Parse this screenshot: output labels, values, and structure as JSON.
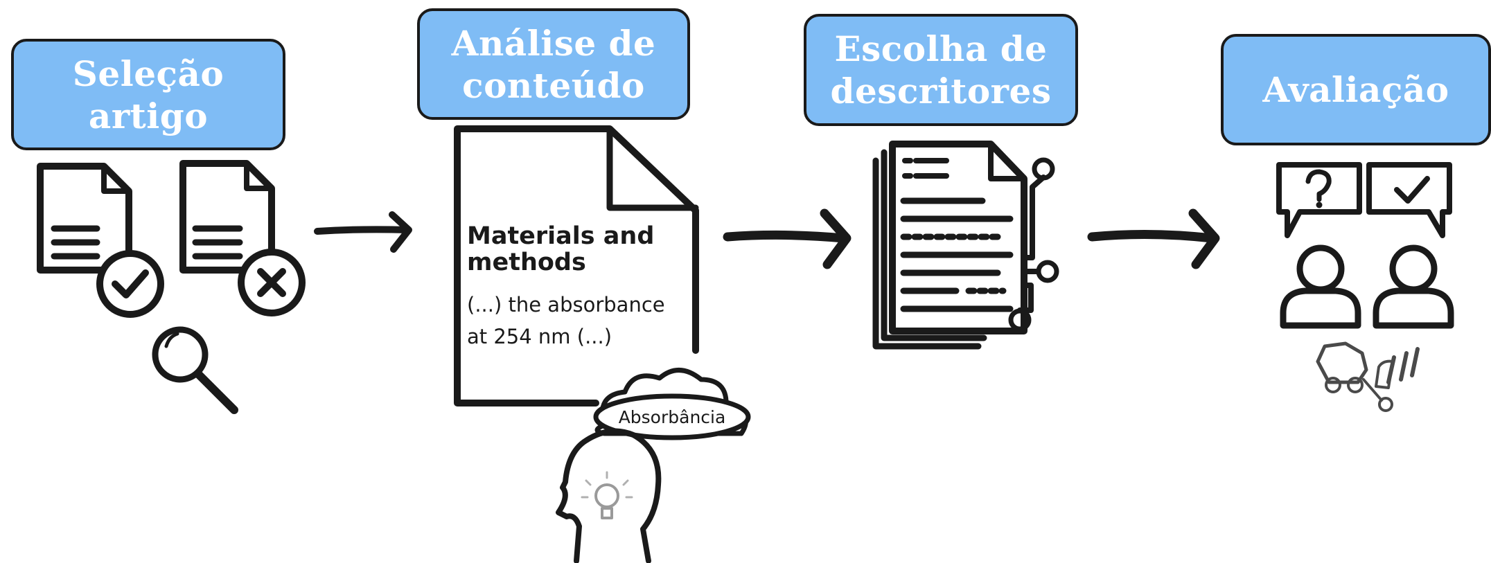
{
  "colors": {
    "stage_fill": "#7fbcf5",
    "outline": "#1a1a1a",
    "stage_text": "#ffffff"
  },
  "stages": [
    {
      "id": "selecao",
      "label": "Seleção\nartigo"
    },
    {
      "id": "analise",
      "label": "Análise de\nconteúdo"
    },
    {
      "id": "escolha",
      "label": "Escolha de\ndescritores"
    },
    {
      "id": "avaliacao",
      "label": "Avaliação"
    }
  ],
  "document": {
    "heading": [
      "Materials and",
      "methods"
    ],
    "body": [
      "(...) the absorbance",
      "at 254 nm (...)"
    ]
  },
  "cloud_label": "Absorbância",
  "icons": {
    "stage1": [
      "document-check-icon",
      "document-x-icon",
      "magnifier-icon"
    ],
    "stage2": [
      "document-page-icon",
      "thought-cloud-icon",
      "head-lightbulb-icon"
    ],
    "stage3": [
      "document-network-icon"
    ],
    "stage4": [
      "question-bubble-icon",
      "check-bubble-icon",
      "person-icon",
      "person-icon",
      "tools-icon"
    ]
  }
}
